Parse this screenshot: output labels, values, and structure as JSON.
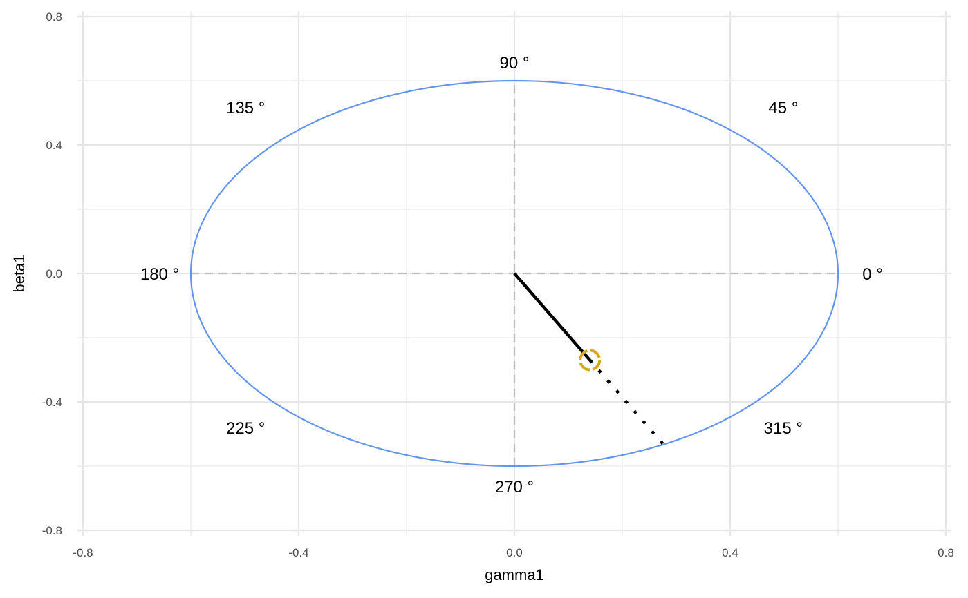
{
  "chart_data": {
    "type": "scatter",
    "title": "",
    "xlabel": "gamma1",
    "ylabel": "beta1",
    "xlim": [
      -0.8,
      0.8
    ],
    "ylim": [
      -0.8,
      0.8
    ],
    "x_ticks": [
      -0.8,
      -0.4,
      0.0,
      0.4,
      0.8
    ],
    "y_ticks": [
      -0.8,
      -0.4,
      0.0,
      0.4,
      0.8
    ],
    "x_tick_labels": [
      "-0.8",
      "-0.4",
      "0.0",
      "0.4",
      "0.8"
    ],
    "y_tick_labels": [
      "-0.8",
      "-0.4",
      "0.0",
      "0.4",
      "0.8"
    ],
    "grid": true,
    "reference_lines": [
      {
        "from": [
          -0.6,
          0.0
        ],
        "to": [
          0.6,
          0.0
        ],
        "style": "dashed",
        "color": "#bdbdbd"
      },
      {
        "from": [
          0.0,
          -0.6
        ],
        "to": [
          0.0,
          0.6
        ],
        "style": "dashed",
        "color": "#bdbdbd"
      }
    ],
    "circle": {
      "center": [
        0.0,
        0.0
      ],
      "radius": 0.6,
      "color": "#6495ed"
    },
    "angle_labels": [
      {
        "text": "0 °",
        "angle": 0
      },
      {
        "text": "45 °",
        "angle": 45
      },
      {
        "text": "90 °",
        "angle": 90
      },
      {
        "text": "135 °",
        "angle": 135
      },
      {
        "text": "180 °",
        "angle": 180
      },
      {
        "text": "225 °",
        "angle": 225
      },
      {
        "text": "270 °",
        "angle": 270
      },
      {
        "text": "315 °",
        "angle": 315
      }
    ],
    "vector": {
      "from": [
        0.0,
        0.0
      ],
      "to": [
        0.14,
        -0.27
      ],
      "color": "#000000"
    },
    "extension": {
      "from": [
        0.14,
        -0.27
      ],
      "to": [
        0.275,
        -0.53
      ],
      "style": "dotted",
      "color": "#000000"
    },
    "point": {
      "x": 0.14,
      "y": -0.27,
      "color": "#daa520",
      "shape": "open-circle"
    }
  }
}
